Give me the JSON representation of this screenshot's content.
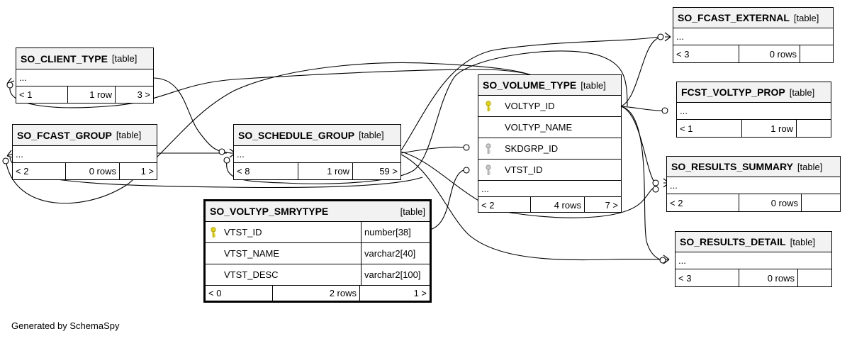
{
  "tables": {
    "so_client_type": {
      "name": "SO_CLIENT_TYPE",
      "type": "[table]",
      "more": "...",
      "parents": "< 1",
      "rows": "1 row",
      "children": "3 >"
    },
    "so_fcast_group": {
      "name": "SO_FCAST_GROUP",
      "type": "[table]",
      "more": "...",
      "parents": "< 2",
      "rows": "0 rows",
      "children": "1 >"
    },
    "so_schedule_group": {
      "name": "SO_SCHEDULE_GROUP",
      "type": "[table]",
      "more": "...",
      "parents": "< 8",
      "rows": "1 row",
      "children": "59 >"
    },
    "so_volume_type": {
      "name": "SO_VOLUME_TYPE",
      "type": "[table]",
      "columns": [
        {
          "name": "VOLTYP_ID",
          "key": "primary"
        },
        {
          "name": "VOLTYP_NAME",
          "key": "none"
        },
        {
          "name": "SKDGRP_ID",
          "key": "foreign"
        },
        {
          "name": "VTST_ID",
          "key": "foreign"
        }
      ],
      "more": "...",
      "parents": "< 2",
      "rows": "4 rows",
      "children": "7 >"
    },
    "so_voltyp_smrytype": {
      "name": "SO_VOLTYP_SMRYTYPE",
      "type": "[table]",
      "columns": [
        {
          "name": "VTST_ID",
          "datatype": "number[38]",
          "key": "primary"
        },
        {
          "name": "VTST_NAME",
          "datatype": "varchar2[40]",
          "key": "none"
        },
        {
          "name": "VTST_DESC",
          "datatype": "varchar2[100]",
          "key": "none"
        }
      ],
      "parents": "< 0",
      "rows": "2 rows",
      "children": "1 >"
    },
    "so_fcast_external": {
      "name": "SO_FCAST_EXTERNAL",
      "type": "[table]",
      "more": "...",
      "parents": "< 3",
      "rows": "0 rows",
      "children": ""
    },
    "fcst_voltyp_prop": {
      "name": "FCST_VOLTYP_PROP",
      "type": "[table]",
      "more": "...",
      "parents": "< 1",
      "rows": "1 row",
      "children": ""
    },
    "so_results_summary": {
      "name": "SO_RESULTS_SUMMARY",
      "type": "[table]",
      "more": "...",
      "parents": "< 2",
      "rows": "0 rows",
      "children": ""
    },
    "so_results_detail": {
      "name": "SO_RESULTS_DETAIL",
      "type": "[table]",
      "more": "...",
      "parents": "< 3",
      "rows": "0 rows",
      "children": ""
    }
  },
  "colors": {
    "header_bg": "#f2f2f2",
    "primary_key": "#e6d600",
    "foreign_key": "#b0b0b0",
    "line": "#000000"
  },
  "icons": {
    "primary_key": "key-icon",
    "foreign_key": "key-icon"
  },
  "footer_text": "Generated by SchemaSpy"
}
